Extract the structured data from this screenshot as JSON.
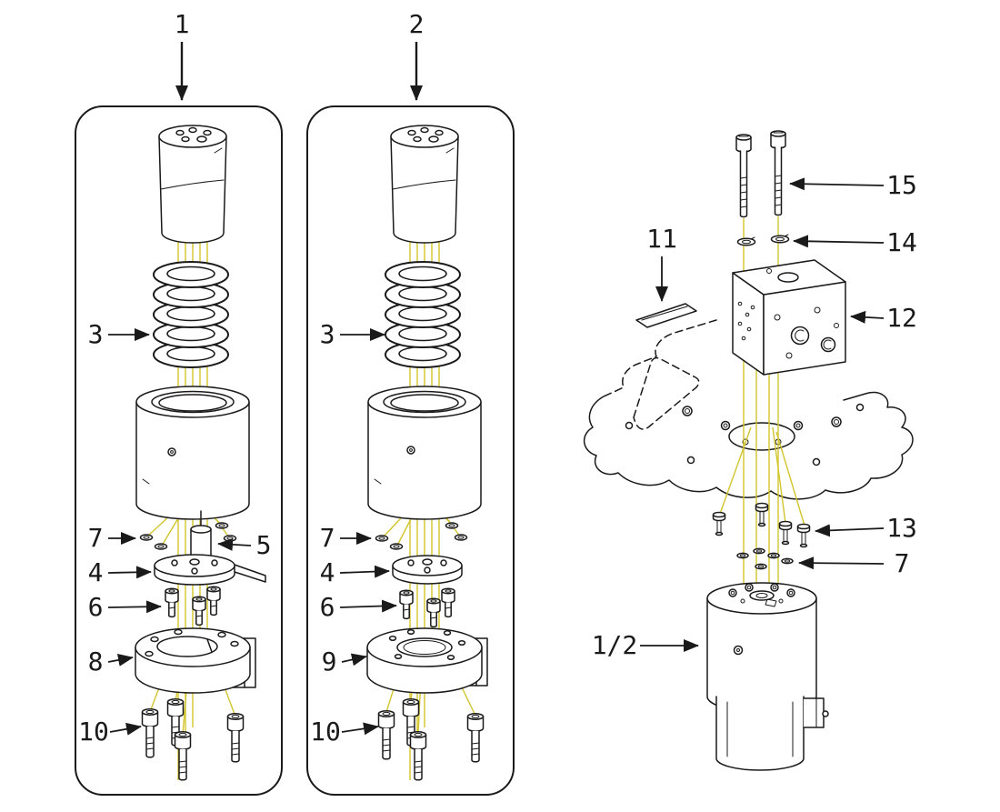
{
  "colors": {
    "background": "#ffffff",
    "line": "#1a1a1a",
    "guide": "#d2c52e"
  },
  "callouts": {
    "panel_1": "1",
    "panel_2": "2",
    "p1_rings": "3",
    "p1_washers": "7",
    "p1_spool": "5",
    "p1_disc": "4",
    "p1_screws": "6",
    "p1_flange": "8",
    "p1_bolts": "10",
    "p2_rings": "3",
    "p2_washers": "7",
    "p2_disc": "4",
    "p2_screws": "6",
    "p2_flange": "9",
    "p2_bolts": "10",
    "bolts_15": "15",
    "lockwashers_14": "14",
    "plate_11": "11",
    "manifold_12": "12",
    "screws_13": "13",
    "washers_7": "7",
    "assembly_1_2": "1/2"
  }
}
